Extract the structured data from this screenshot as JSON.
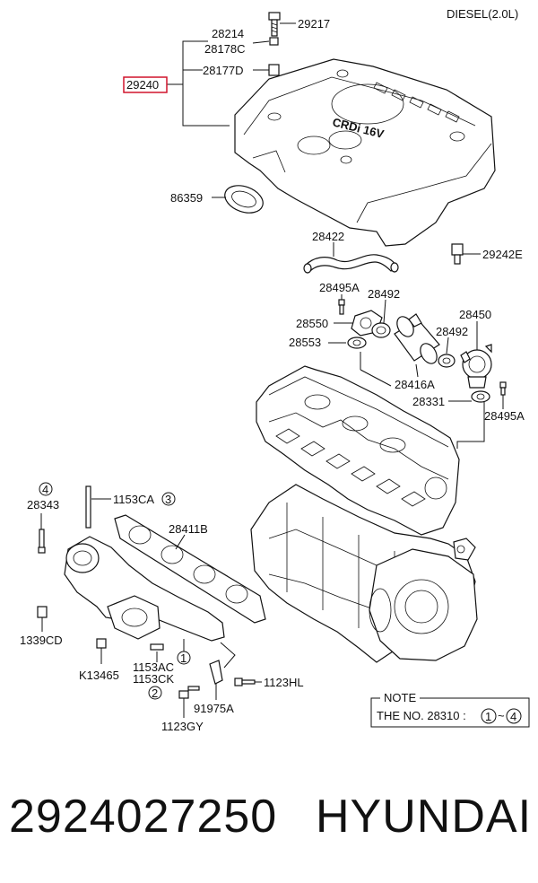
{
  "header": {
    "engine_label": "DIESEL(2.0L)"
  },
  "highlight_color": "#d0142c",
  "callouts": {
    "c29217": "29217",
    "c28214": "28214",
    "c28178C": "28178C",
    "c28177D": "28177D",
    "c29240": "29240",
    "c86359": "86359",
    "c28422": "28422",
    "c29242E": "29242E",
    "c28495A_top": "28495A",
    "c28492_left": "28492",
    "c28550": "28550",
    "c28450": "28450",
    "c28553": "28553",
    "c28492_right": "28492",
    "c28416A": "28416A",
    "c28331": "28331",
    "c28495A_right": "28495A",
    "c28343": "28343",
    "c1153CA": "1153CA",
    "c28411B": "28411B",
    "c1339CD": "1339CD",
    "c1153AC": "1153AC",
    "c1153CK": "1153CK",
    "cK13465": "K13465",
    "c1123HL": "1123HL",
    "c91975A": "91975A",
    "c1123GY": "1123GY"
  },
  "circled_refs": {
    "r1": "1",
    "r2": "2",
    "r3": "3",
    "r4": "4"
  },
  "note": {
    "title": "NOTE",
    "text": "THE NO.  28310  :",
    "range_start": "1",
    "range_sep": "~",
    "range_end": "4"
  },
  "cover_text": "CRDi 16V",
  "footer": {
    "part_number": "2924027250",
    "brand": "HYUNDAI"
  }
}
